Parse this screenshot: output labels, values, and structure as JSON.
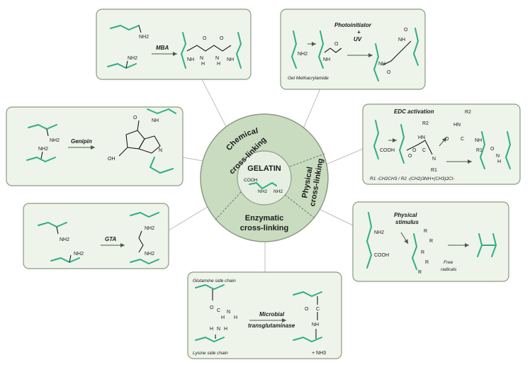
{
  "colors": {
    "chain": "#2fae83",
    "box_fill": "#eef4ea",
    "box_stroke": "#8a9a84",
    "outer_ring": "#c9dcc0",
    "inner_disc": "#e6efe1"
  },
  "center": {
    "title": "GELATIN",
    "labels": [
      "COOH",
      "NH2",
      "NH2"
    ]
  },
  "ring": {
    "segments": [
      {
        "label_line1": "Chemical",
        "label_line2": "cross-linking"
      },
      {
        "label_line1": "Physical",
        "label_line2": "cross-linking"
      },
      {
        "label_line1": "Enzymatic",
        "label_line2": "cross-linking"
      }
    ]
  },
  "panels": {
    "mba": {
      "reagent": "MBA",
      "labels": [
        "NH2",
        "NH2",
        "O",
        "O",
        "NH",
        "N",
        "N",
        "H",
        "H",
        "NH"
      ]
    },
    "photo": {
      "reagent_line1": "Photoinitiator",
      "reagent_line2": "+",
      "reagent_line3": "UV",
      "caption": "Gel Methacrylamide",
      "labels": [
        "NH2",
        "O",
        "NH",
        "O",
        "NH",
        "O",
        "NH"
      ]
    },
    "genipin": {
      "reagent": "Genipin",
      "labels": [
        "NH2",
        "NH2",
        "O",
        "NH",
        "OH",
        "N"
      ]
    },
    "edc": {
      "reagent": "EDC activation",
      "labels": [
        "COOH",
        "R2",
        "HN",
        "O",
        "C",
        "O",
        "N",
        "R1",
        "R2",
        "HN",
        "NH",
        "C",
        "O",
        "R1",
        "O",
        "N",
        "H"
      ],
      "footnote": "R1 -CH2CH3 / R2 -(CH2)3NH+(CH3)2Cl-"
    },
    "gta": {
      "reagent": "GTA",
      "labels": [
        "NH2",
        "NH2",
        "NH2",
        "NH2"
      ]
    },
    "physical": {
      "reagent_line1": "Physical",
      "reagent_line2": "stimulus",
      "caption_line1": "Free",
      "caption_line2": "radicals",
      "labels": [
        "NH2",
        "COOH",
        "R",
        "R",
        "R",
        "R",
        "R"
      ]
    },
    "enzymatic": {
      "top_caption": "Glutamine side chain",
      "bottom_caption": "Lysine side chain",
      "reagent_line1": "Microbial",
      "reagent_line2": "transglutaminase",
      "byproduct": "+ NH3",
      "labels": [
        "O",
        "C",
        "N",
        "H",
        "H",
        "H",
        "N",
        "H",
        "O",
        "C",
        "NH"
      ]
    }
  }
}
